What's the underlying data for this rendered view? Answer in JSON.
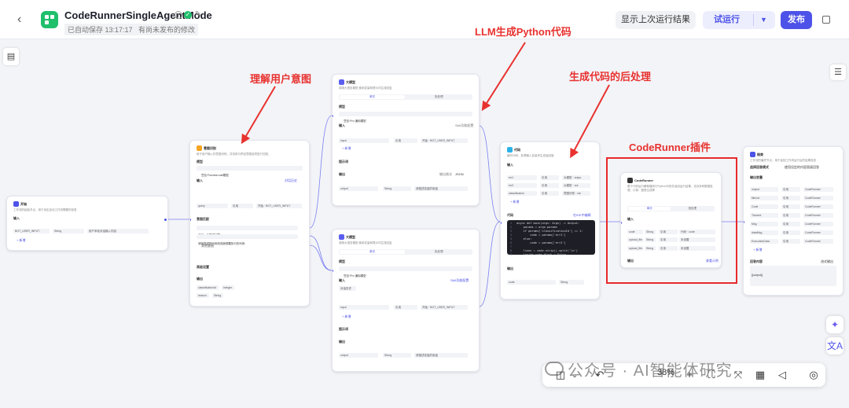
{
  "header": {
    "back_icon": "chevron-left-icon",
    "title": "CodeRunnerSingleAgentMode",
    "autosave": "已自动保存 13:17:17",
    "unpublished": "有尚未发布的修改",
    "show_last_run": "显示上次运行结果",
    "test_run": "试运行",
    "publish": "发布"
  },
  "annotations": {
    "understand_intent": "理解用户意图",
    "llm_generate": "LLM生成Python代码",
    "postprocess": "生成代码的后处理",
    "coderunner_plugin": "CodeRunner插件"
  },
  "nodes": {
    "start": {
      "title": "开始",
      "desc": "工作流的起始节点，用于设定启动工作流需要的信息",
      "input_label": "输入",
      "var_name": "BOT_USER_INPUT",
      "var_type": "String",
      "var_desc": "用户本轮对话输入内容",
      "add": "+ 新增"
    },
    "intent": {
      "title": "意图识别",
      "desc": "用于用户输入的意图识别，并将其与预设意图选项进行匹配。",
      "model_label": "模型",
      "model_value": "豆包·Function call模型",
      "input_label": "输入",
      "history_label": "对话历史",
      "input_var": "query",
      "input_ref": "引用",
      "input_src": "开始 · BOT_USER_INPUT",
      "options_label": "意图匹配",
      "opt1": "我问一个数学问题",
      "opt2": "请我描述把代码改成我想要执行的代码",
      "other": "其他意图",
      "advanced": "高级设置",
      "output_label": "输出",
      "out1": "classificationId",
      "out1_type": "Integer",
      "out2": "reason",
      "out2_type": "String"
    },
    "llm_top": {
      "title": "大模型",
      "desc": "调用大语言模型,使用变量和提示词生成回复",
      "tab1": "单次",
      "tab2": "批处理",
      "model_label": "模型",
      "model_value": "豆包·Pro 通用模型",
      "input_label": "输入",
      "skill": "Skill功能配置",
      "input_var": "input",
      "input_ref": "引用",
      "input_src": "开始 · BOT_USER_INPUT",
      "add": "+ 新增",
      "prompt_label": "提示词",
      "output_label": "输出",
      "output_fmt": "输出格式",
      "output_fmt_val": "JSON",
      "out_var": "output",
      "out_type": "String",
      "out_desc": "请描述变量的用途"
    },
    "llm_bottom": {
      "title": "大模型",
      "desc": "调用大语言模型,使用变量和提示词生成回复",
      "tab1": "单次",
      "tab2": "批处理",
      "model_label": "模型",
      "model_value": "豆包·Pro 通用模型",
      "input_label": "输入",
      "history_label": "对话历史",
      "skill": "Skill功能配置",
      "input_var": "input",
      "input_ref": "引用",
      "input_src": "开始 · BOT_USER_INPUT",
      "add": "+ 新增",
      "prompt_label": "提示词",
      "output_label": "输出",
      "out_var": "output",
      "out_type": "String",
      "out_desc": "请描述变量的用途"
    },
    "code": {
      "title": "代码",
      "desc": "编写代码，处理输入变量来生成返回值",
      "input_label": "输入",
      "v1": "err1",
      "v1_src": "大模型 · outpu",
      "v2": "err2",
      "v2_src": "大模型 · out",
      "v3": "classification",
      "v3_src": "意图识别 · cla",
      "ref": "引用",
      "add": "+ 新增",
      "code_label": "代码",
      "code_edit": "在IDE中编辑",
      "line1": "async def main(args: Args) -> Output:",
      "line2": "    params = args.params",
      "line3": "    if params['classificationId'] == 1:",
      "line4": "        code = params['err1']",
      "line5": "    else:",
      "line6": "        code = params['err2']",
      "line7": "",
      "line8": "    lines = code.strip().split('\\n')",
      "line9": "    inside_code_block = False",
      "output_label": "输出",
      "out_var": "code",
      "out_type": "String"
    },
    "coderunner": {
      "title": "CodeRunner",
      "desc": "基于代码运行解释器执行Python代码并返回运行结果，支持多种数据处理、计算、图表生成等",
      "tab1": "单次",
      "tab2": "批处理",
      "input_label": "输入",
      "v1": "code",
      "v1_type": "String",
      "v1_src": "代码 · code",
      "v2": "upload_file...",
      "v2_type": "String",
      "v2_src": "未设置",
      "v3": "upload_file...",
      "v3_type": "String",
      "v3_src": "未设置",
      "ref": "引用",
      "output_label": "输出",
      "output_link": "查看示例"
    },
    "end": {
      "title": "结束",
      "desc": "工作流的最终节点，用于返回工作流运行后的结果信息",
      "mode_label": "选择回答模式",
      "mode_value": "使用设定的内容直接回答",
      "output_label": "输出变量",
      "vars": [
        "output",
        "fileList",
        "Code",
        "Tdwone",
        "Msg",
        "dataMsg",
        "ExecutionData"
      ],
      "ref": "引用",
      "src": "CodeRunner",
      "add": "+ 新增",
      "answer_label": "回答内容",
      "stream_label": "流式输出",
      "answer_value": "{{output}}"
    }
  },
  "toolbar": {
    "zoom": "38%",
    "watermark": "公众号 · AI智能体研究"
  },
  "colors": {
    "accent": "#4d53e8",
    "annotation": "#e8322f",
    "brand_green": "#1fbf6c"
  }
}
